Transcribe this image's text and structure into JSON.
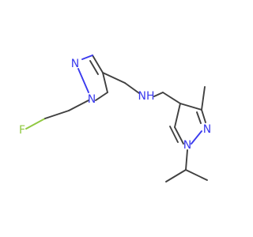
{
  "molecule": {
    "atom_labels": {
      "F": "F",
      "N_ring1_a": "N",
      "N_ring1_b": "N",
      "NH": "NH",
      "N_ring2_a": "N",
      "N_ring2_b": "N"
    },
    "colors": {
      "bond": "#404040",
      "nitrogen": "#3a3aee",
      "fluorine": "#90c840",
      "background": "#ffffff"
    }
  }
}
